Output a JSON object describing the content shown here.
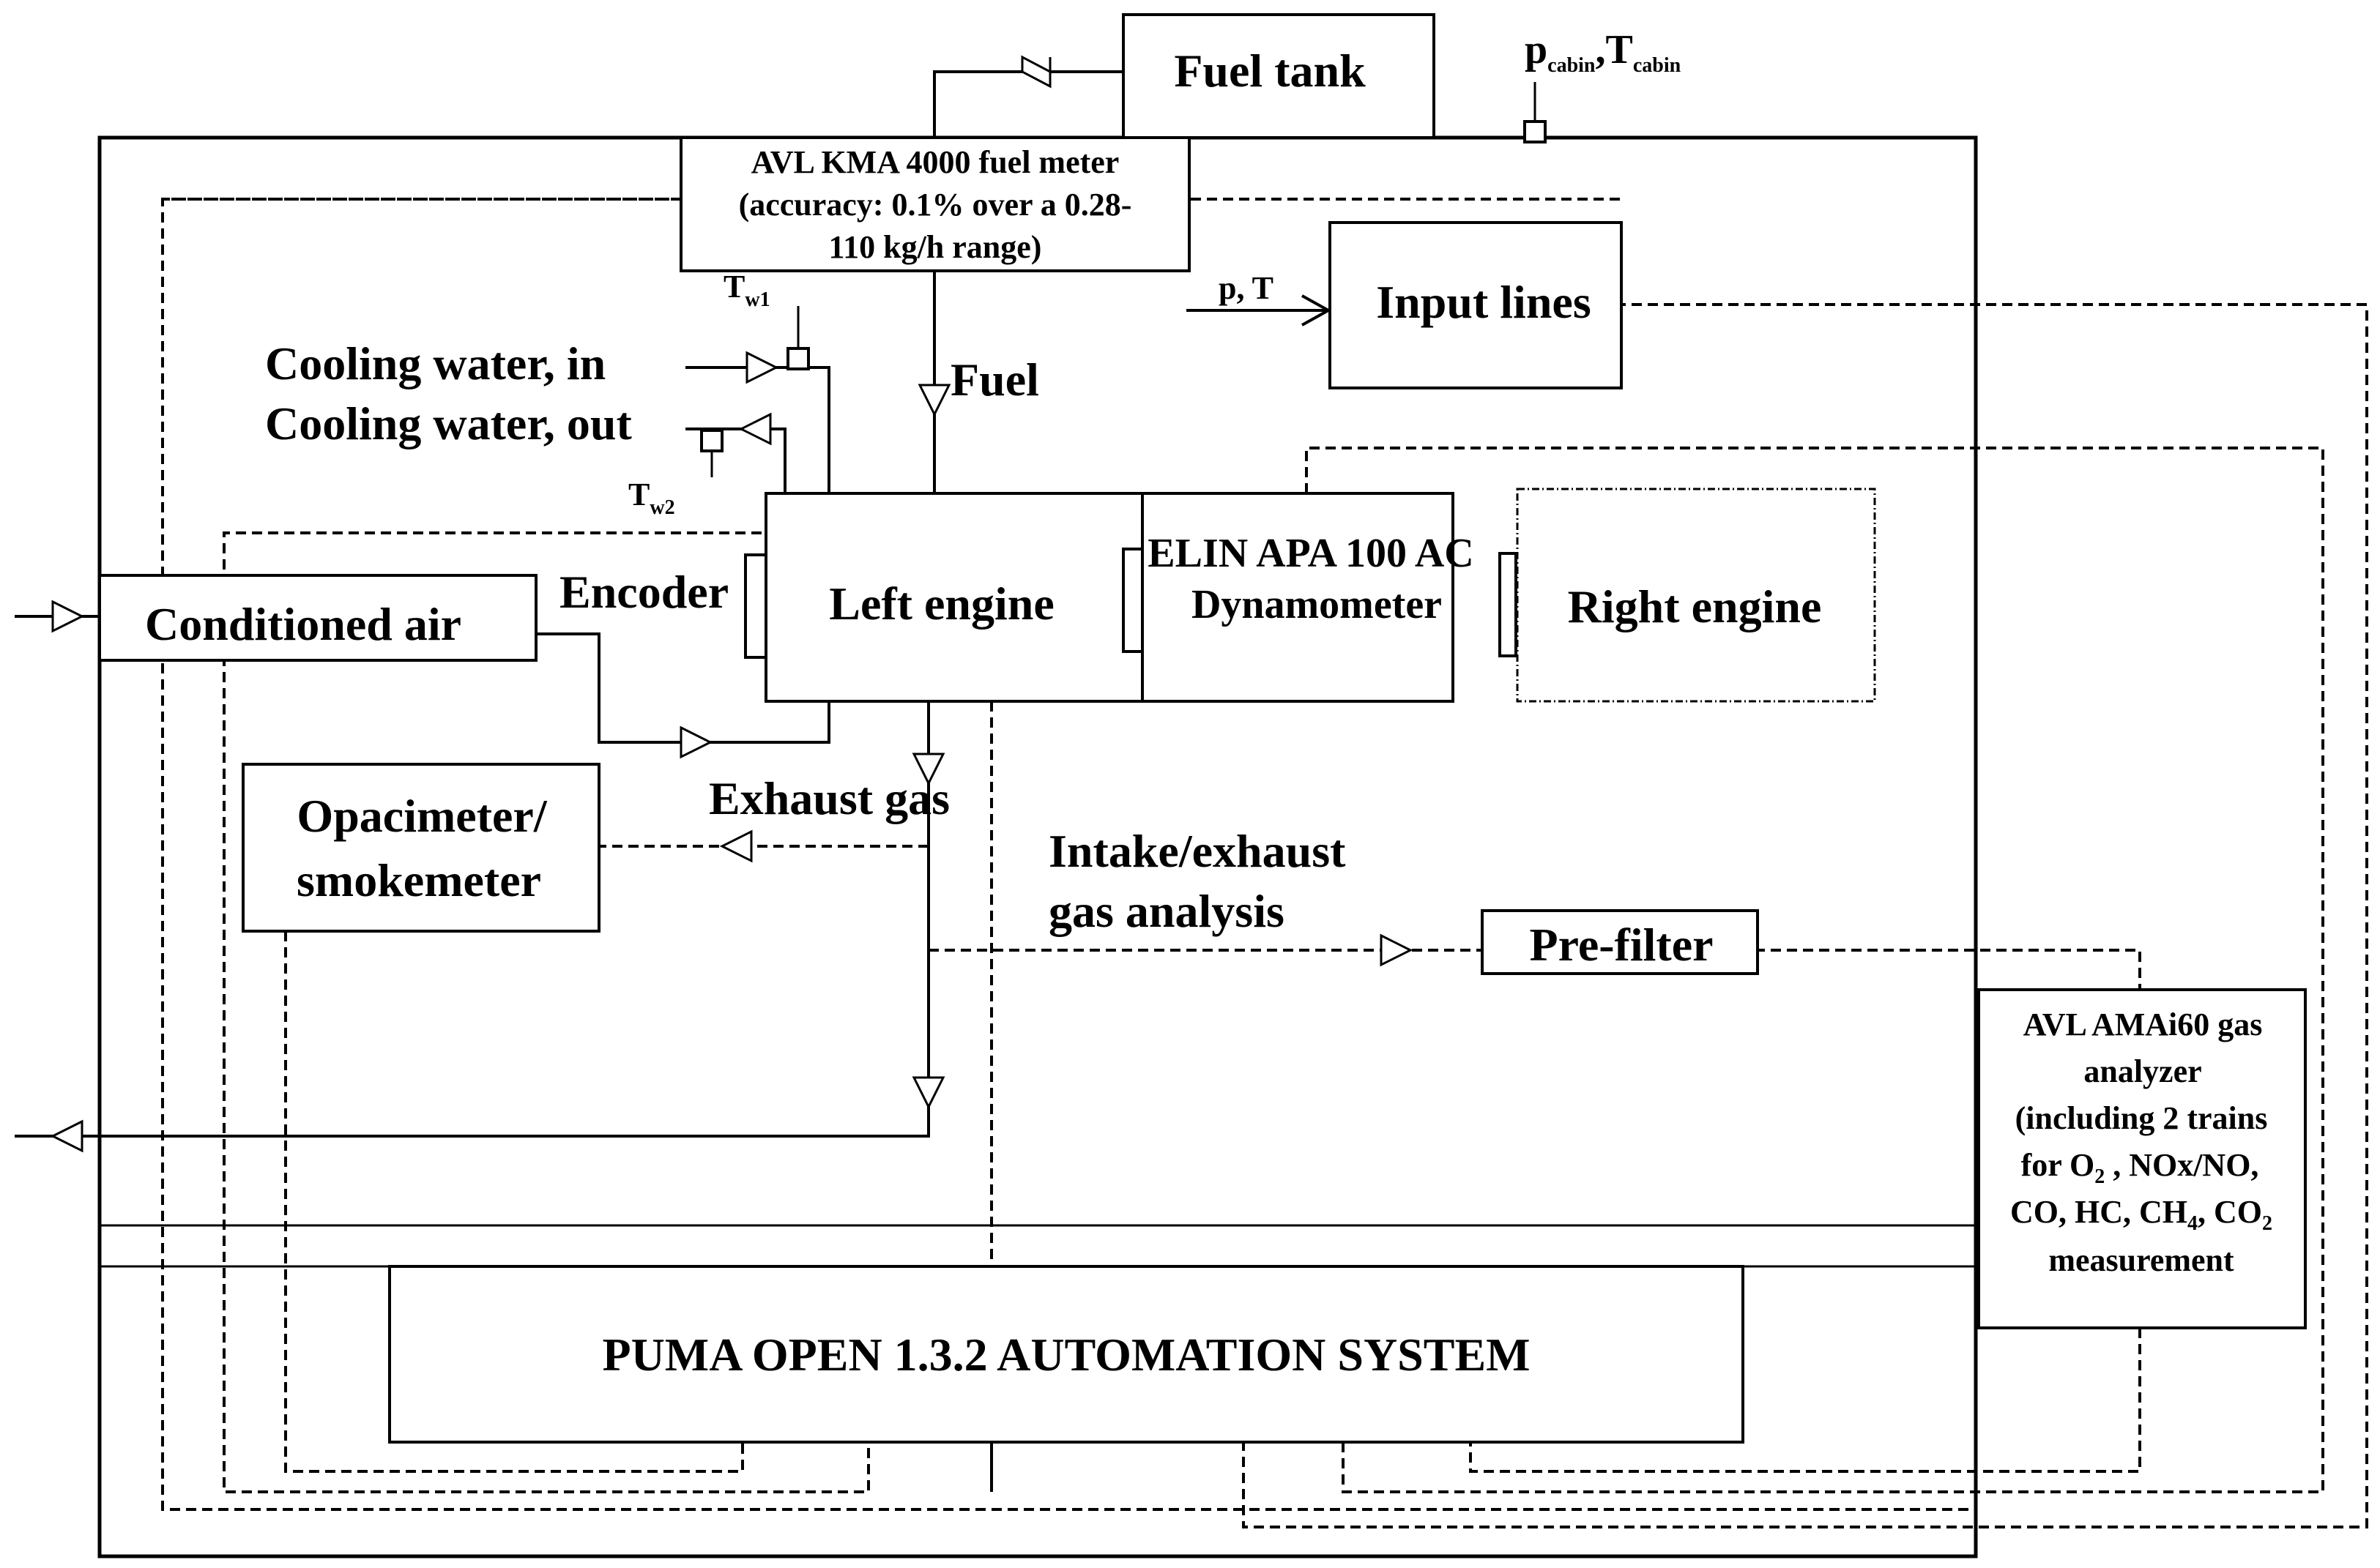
{
  "blocks": {
    "fuel_tank": "Fuel tank",
    "fuel_meter": [
      "AVL KMA 4000 fuel meter",
      "(accuracy: 0.1% over a 0.28-",
      "110 kg/h range)"
    ],
    "input_lines": "Input lines",
    "left_engine": "Left engine",
    "dynamometer": [
      "ELIN APA 100 AC",
      "Dynamometer"
    ],
    "right_engine": "Right engine",
    "conditioned_air": "Conditioned air",
    "opacimeter": [
      "Opacimeter/",
      "smokemeter"
    ],
    "pre_filter": "Pre-filter",
    "automation": "PUMA OPEN 1.3.2 AUTOMATION SYSTEM",
    "gas_analyzer": {
      "l1": "AVL AMAi60 gas",
      "l2": "analyzer",
      "l3": "(including 2 trains",
      "l4a": "for O",
      "l4b": "2",
      "l4c": " , NOx/NO,",
      "l5a": "CO, HC, CH",
      "l5b": "4",
      "l5c": ", CO",
      "l5d": "2",
      "l6": "measurement"
    }
  },
  "labels": {
    "p_cabin": "p",
    "p_cabin_sub": "cabin",
    "comma": ",",
    "t_cabin": "T",
    "t_cabin_sub": "cabin",
    "fuel": "Fuel",
    "p_t": "p, T",
    "tw1": "T",
    "tw1_sub": "w1",
    "tw2": "T",
    "tw2_sub": "w2",
    "cooling_in": "Cooling water, in",
    "cooling_out": "Cooling water, out",
    "encoder": "Encoder",
    "exhaust_gas": "Exhaust gas",
    "intake_exhaust": [
      "Intake/exhaust",
      "gas analysis"
    ]
  }
}
